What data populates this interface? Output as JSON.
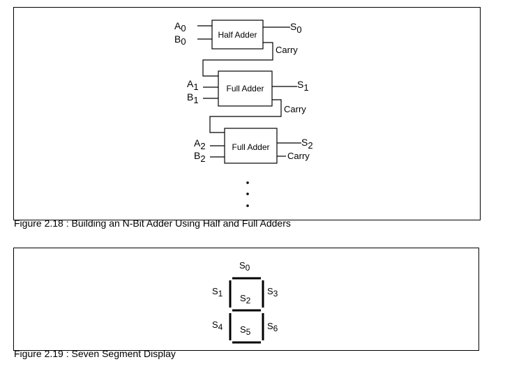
{
  "figure_adder": {
    "caption": "Figure 2.18 : Building an N-Bit Adder Using Half and Full Adders",
    "half_adder": {
      "label": "Half Adder",
      "input_a": "A",
      "input_a_sub": "0",
      "input_b": "B",
      "input_b_sub": "0",
      "output": "S",
      "output_sub": "0",
      "carry": "Carry"
    },
    "full_adder_1": {
      "label": "Full Adder",
      "input_a": "A",
      "input_a_sub": "1",
      "input_b": "B",
      "input_b_sub": "1",
      "output": "S",
      "output_sub": "1",
      "carry": "Carry"
    },
    "full_adder_2": {
      "label": "Full Adder",
      "input_a": "A",
      "input_a_sub": "2",
      "input_b": "B",
      "input_b_sub": "2",
      "output": "S",
      "output_sub": "2",
      "carry": "Carry"
    }
  },
  "figure_display": {
    "caption": "Figure 2.19 : Seven Segment Display",
    "segments": [
      {
        "id": "s0",
        "letter": "S",
        "sub": "0"
      },
      {
        "id": "s1",
        "letter": "S",
        "sub": "1"
      },
      {
        "id": "s2",
        "letter": "S",
        "sub": "2"
      },
      {
        "id": "s3",
        "letter": "S",
        "sub": "3"
      },
      {
        "id": "s4",
        "letter": "S",
        "sub": "4"
      },
      {
        "id": "s5",
        "letter": "S",
        "sub": "5"
      },
      {
        "id": "s6",
        "letter": "S",
        "sub": "6"
      }
    ]
  }
}
